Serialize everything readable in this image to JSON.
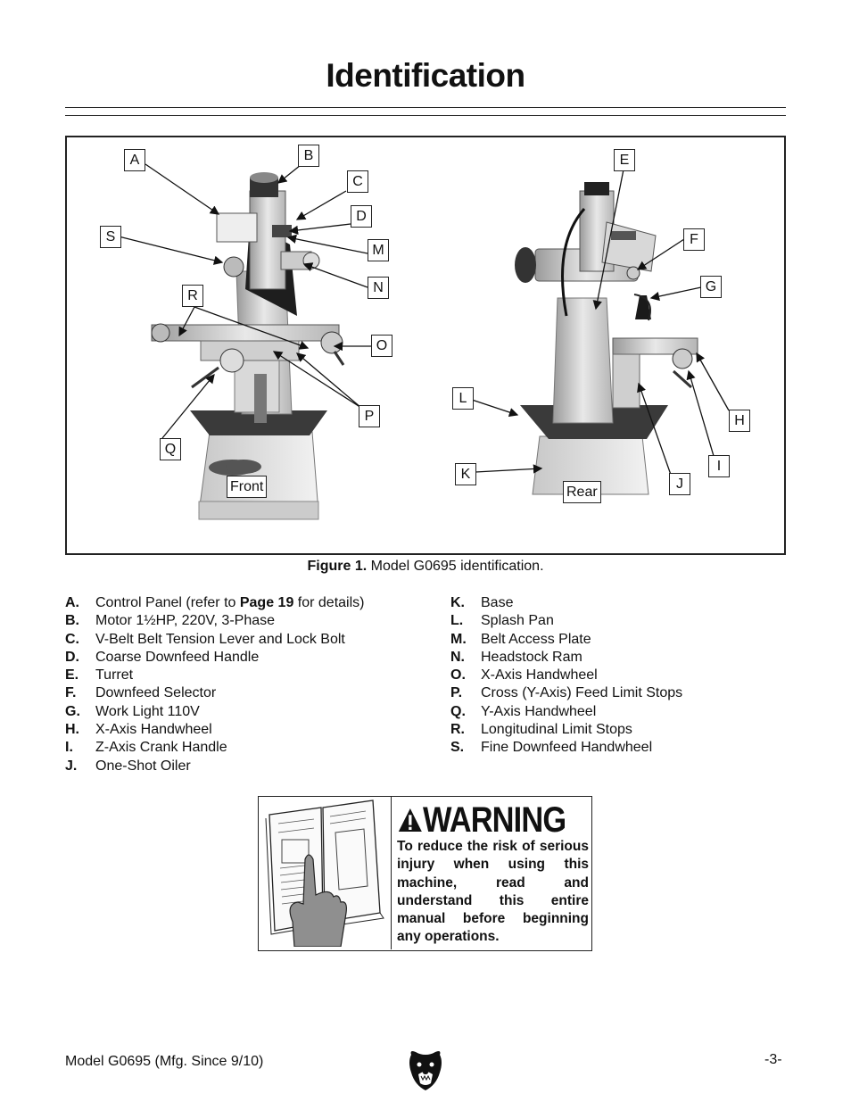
{
  "page": {
    "title": "Identification",
    "footer_model": "Model G0695 (Mfg. Since 9/10)",
    "page_number": "-3-"
  },
  "figure": {
    "caption_bold": "Figure 1.",
    "caption_text": " Model G0695 identification.",
    "view_front": "Front",
    "view_rear": "Rear",
    "brand_badge": "Grizzly",
    "callouts": [
      "A",
      "B",
      "C",
      "D",
      "S",
      "M",
      "N",
      "R",
      "O",
      "P",
      "Q",
      "E",
      "F",
      "G",
      "L",
      "H",
      "K",
      "I",
      "J"
    ]
  },
  "legend_left": [
    {
      "letter": "A.",
      "pre": "Control Panel (refer to ",
      "bold": "Page 19",
      "post": " for details)"
    },
    {
      "letter": "B.",
      "text": "Motor 1½HP, 220V, 3-Phase"
    },
    {
      "letter": "C.",
      "text": "V-Belt Belt Tension Lever and Lock Bolt"
    },
    {
      "letter": "D.",
      "text": "Coarse Downfeed Handle"
    },
    {
      "letter": "E.",
      "text": "Turret"
    },
    {
      "letter": "F.",
      "text": "Downfeed Selector"
    },
    {
      "letter": "G.",
      "text": "Work Light 110V"
    },
    {
      "letter": "H.",
      "text": "X-Axis Handwheel"
    },
    {
      "letter": "I.",
      "text": "Z-Axis Crank Handle"
    },
    {
      "letter": "J.",
      "text": "One-Shot Oiler"
    }
  ],
  "legend_right": [
    {
      "letter": "K.",
      "text": "Base"
    },
    {
      "letter": "L.",
      "text": "Splash Pan"
    },
    {
      "letter": "M.",
      "text": "Belt Access Plate"
    },
    {
      "letter": "N.",
      "text": "Headstock Ram"
    },
    {
      "letter": "O.",
      "text": "X-Axis Handwheel"
    },
    {
      "letter": "P.",
      "text": "Cross (Y-Axis) Feed Limit Stops"
    },
    {
      "letter": "Q.",
      "text": "Y-Axis Handwheel"
    },
    {
      "letter": "R.",
      "text": "Longitudinal Limit Stops"
    },
    {
      "letter": "S.",
      "text": "Fine Downfeed Handwheel"
    }
  ],
  "warning": {
    "heading": "WARNING",
    "body": "To reduce the risk of serious injury when using this machine, read and understand this entire manual before beginning any operations.",
    "icon": "warning-triangle-icon"
  },
  "logo_icon": "grizzly-bear-logo-icon"
}
